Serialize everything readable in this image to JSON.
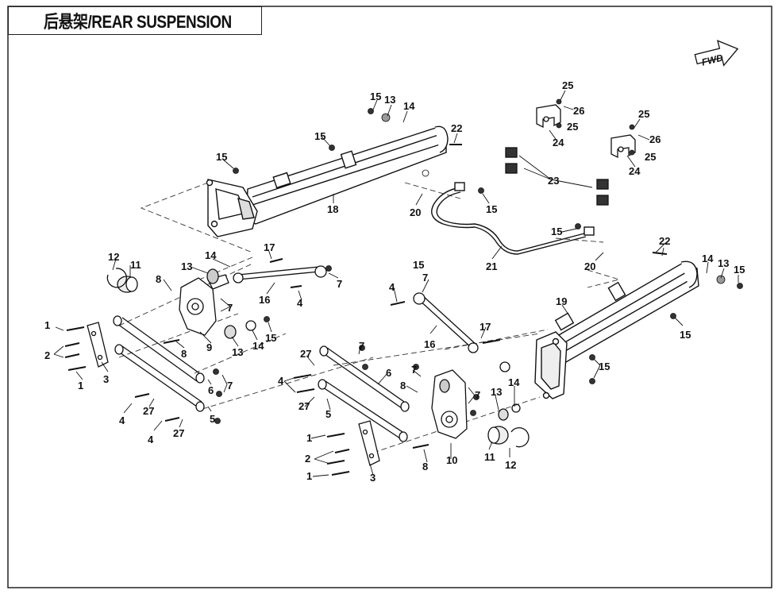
{
  "header": {
    "title": "后悬架/REAR SUSPENSION"
  },
  "direction_marker": {
    "text": "FWD"
  },
  "diagram": {
    "part_labels": [
      "1",
      "1",
      "1",
      "1",
      "2",
      "2",
      "3",
      "3",
      "4",
      "4",
      "4",
      "4",
      "4",
      "5",
      "5",
      "6",
      "6",
      "7",
      "7",
      "7",
      "7",
      "7",
      "7",
      "7",
      "8",
      "8",
      "8",
      "8",
      "9",
      "10",
      "11",
      "11",
      "12",
      "12",
      "13",
      "13",
      "13",
      "13",
      "13",
      "14",
      "14",
      "14",
      "14",
      "14",
      "15",
      "15",
      "15",
      "15",
      "15",
      "15",
      "15",
      "15",
      "15",
      "15",
      "16",
      "16",
      "17",
      "17",
      "18",
      "19",
      "20",
      "20",
      "21",
      "22",
      "22",
      "23",
      "24",
      "24",
      "25",
      "25",
      "25",
      "25",
      "26",
      "26",
      "27",
      "27",
      "27",
      "27"
    ]
  }
}
